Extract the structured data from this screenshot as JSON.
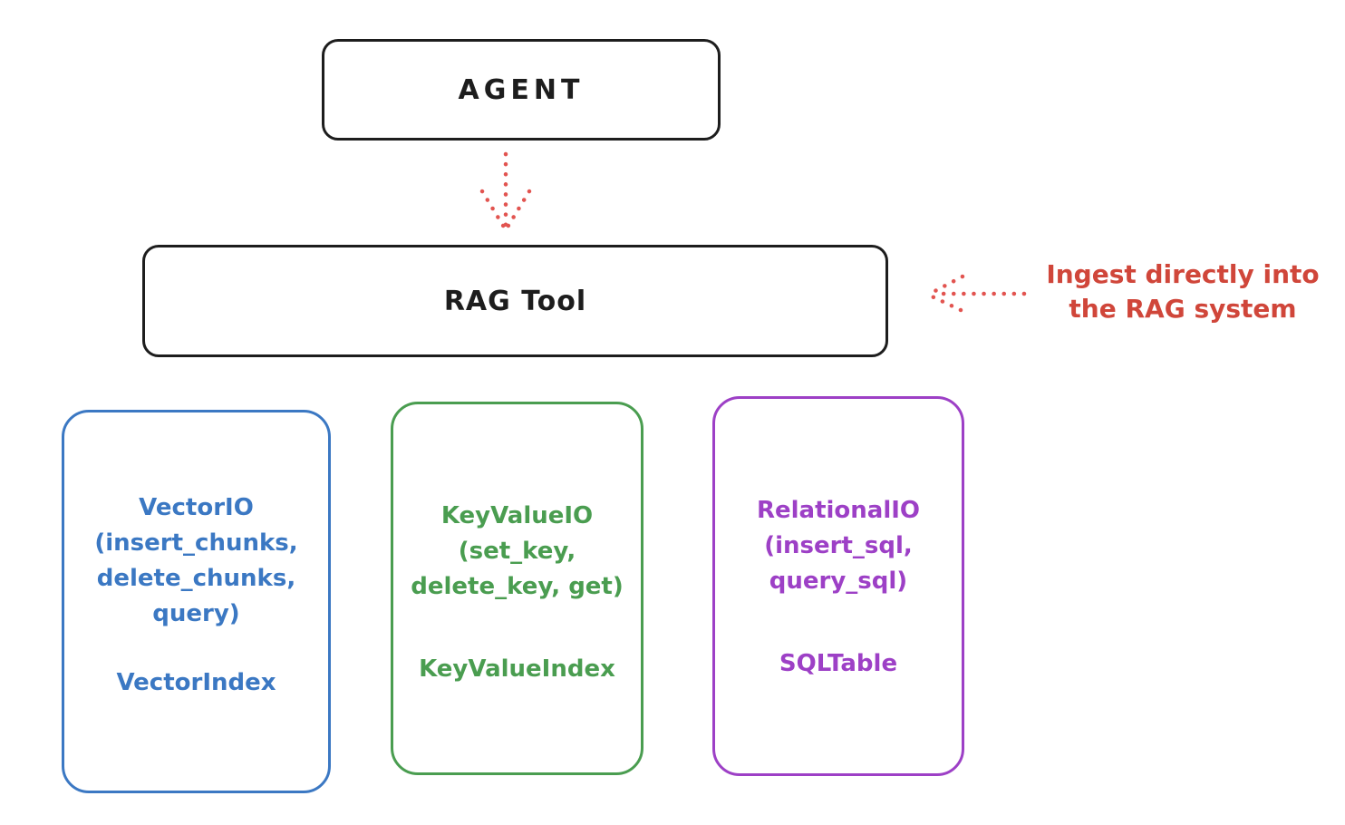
{
  "diagram": {
    "type": "architecture-sketch",
    "background": "#ffffff",
    "colors": {
      "black": "#1d1d1d",
      "blue": "#3b78c3",
      "green": "#4a9d50",
      "purple": "#9d40c6",
      "red_text": "#d0463a",
      "red_arrow": "#e25450"
    },
    "nodes": {
      "agent": {
        "label": "AGENT"
      },
      "rag_tool": {
        "label": "RAG Tool"
      }
    },
    "annotation": {
      "line1": "Ingest directly into",
      "line2": "the RAG system"
    },
    "stores": [
      {
        "id": "vector-io",
        "color": "#3b78c3",
        "lines": [
          "VectorIO",
          "(insert_chunks,",
          "delete_chunks,",
          "query)"
        ],
        "index": "VectorIndex"
      },
      {
        "id": "keyvalue-io",
        "color": "#4a9d50",
        "lines": [
          "KeyValueIO",
          "(set_key,",
          "delete_key, get)"
        ],
        "index": "KeyValueIndex"
      },
      {
        "id": "relational-io",
        "color": "#9d40c6",
        "lines": [
          "RelationalIO",
          "(insert_sql,",
          "query_sql)"
        ],
        "index": "SQLTable"
      }
    ],
    "edges": [
      {
        "from": "agent",
        "to": "rag_tool",
        "style": "dotted-arrow",
        "color": "#e25450",
        "direction": "down"
      },
      {
        "from": "annotation",
        "to": "rag_tool",
        "style": "dotted-arrow",
        "color": "#e25450",
        "direction": "left"
      }
    ]
  }
}
